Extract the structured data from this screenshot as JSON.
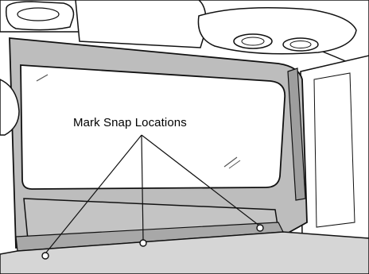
{
  "diagram": {
    "callout_label": "Mark Snap Locations",
    "colors": {
      "outline": "#111111",
      "panel_fill": "#bdbdbd",
      "window_fill": "#ffffff",
      "floor_fill": "#d6d6d6",
      "ceiling_fill": "#ffffff",
      "shadow_fill": "#9e9e9e"
    },
    "markers": [
      {
        "name": "snap-location-left"
      },
      {
        "name": "snap-location-center"
      },
      {
        "name": "snap-location-right"
      }
    ]
  }
}
